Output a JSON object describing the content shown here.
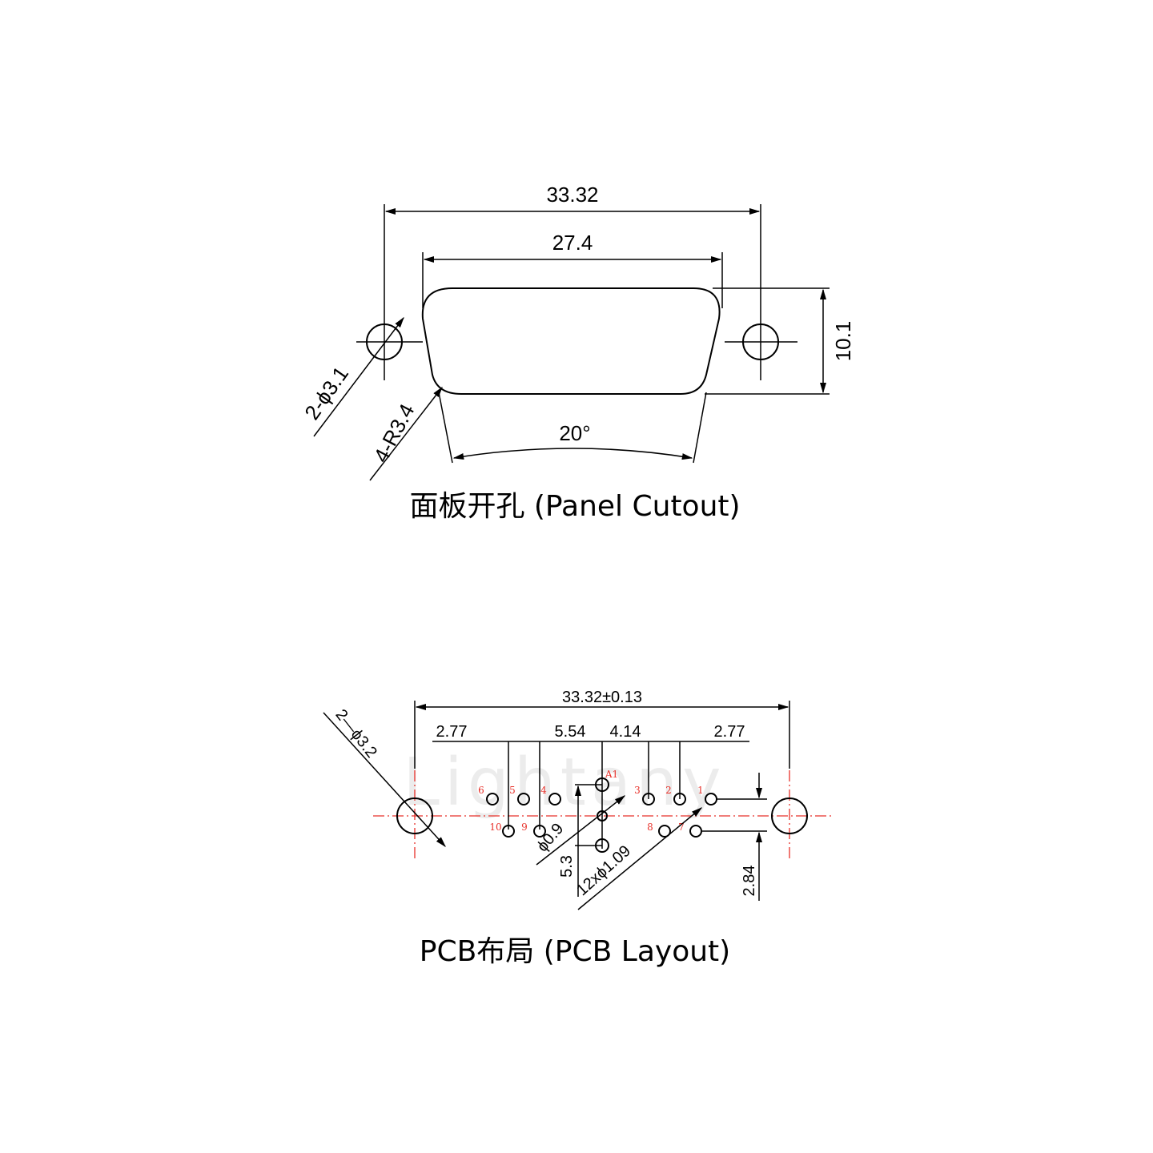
{
  "panel": {
    "overall_width": "33.32",
    "cutout_width": "27.4",
    "height": "10.1",
    "holes": "2-ϕ3.1",
    "radius": "4-R3.4",
    "angle": "20°",
    "caption": "面板开孔 (Panel Cutout)"
  },
  "pcb": {
    "overall": "33.32±0.13",
    "pitch_left": "2.77",
    "pitch_mid_left": "5.54",
    "pitch_mid_right": "4.14",
    "pitch_right": "2.77",
    "mount_holes": "2—ϕ3.2",
    "pin_hole": "ϕ0.9",
    "coax_dist": "5.3",
    "coax_holes": "12xϕ1.09",
    "row_spacing": "2.84",
    "caption": "PCB布局 (PCB Layout)",
    "watermark": "Lightany",
    "pin_labels": [
      "A1",
      "1",
      "2",
      "3",
      "4",
      "5",
      "6",
      "7",
      "8",
      "9",
      "10"
    ]
  },
  "colors": {
    "line": "#000000",
    "centerline": "#e8312a",
    "pin_label": "#e8312a"
  }
}
